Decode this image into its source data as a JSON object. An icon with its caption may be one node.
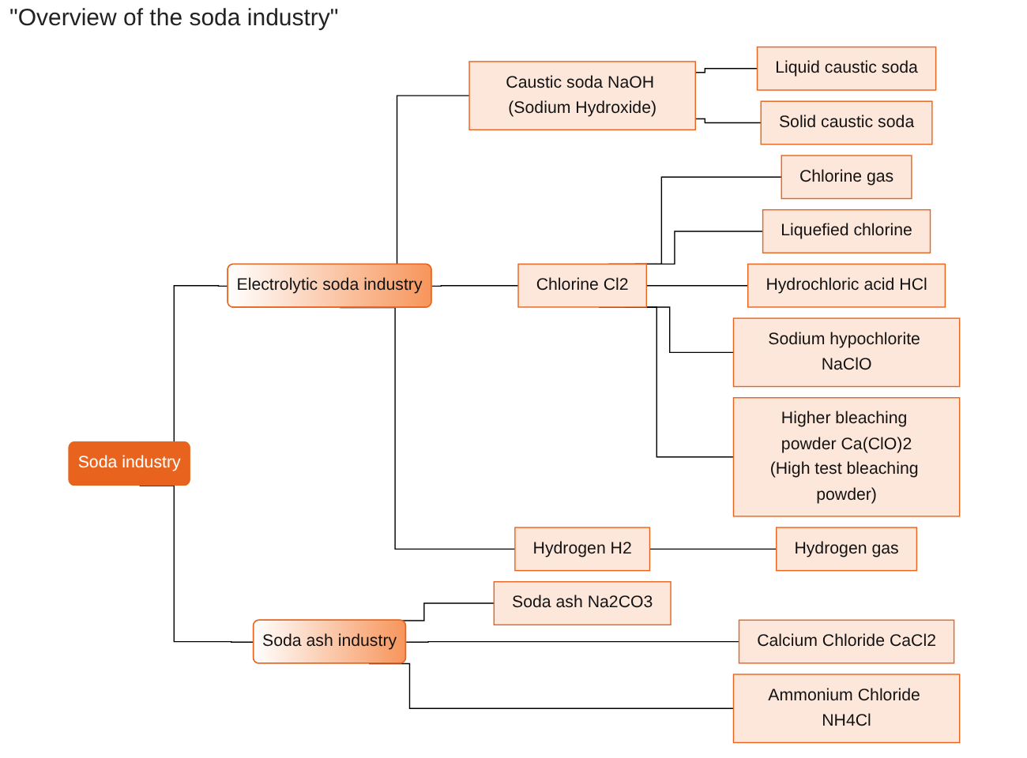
{
  "diagram": {
    "title": "\"Overview of the soda industry\"",
    "nodes": [
      {
        "text": [
          "Soda industry"
        ]
      },
      {
        "text": [
          "Electrolytic soda industry"
        ]
      },
      {
        "text": [
          "Caustic soda NaOH (Sodium Hydroxide)"
        ]
      },
      {
        "text": [
          "Liquid caustic soda"
        ]
      },
      {
        "text": [
          "Solid caustic soda"
        ]
      },
      {
        "text": [
          "Chlorine Cl2"
        ]
      },
      {
        "text": [
          "Chlorine gas"
        ]
      },
      {
        "text": [
          "Liquefied chlorine"
        ]
      },
      {
        "text": [
          "Hydrochloric acid HCl"
        ]
      },
      {
        "text": [
          "Sodium hypochlorite NaClO"
        ]
      },
      {
        "text": [
          "Higher bleaching powder Ca(ClO)2",
          "(High test bleaching powder)"
        ]
      },
      {
        "text": [
          "Hydrogen H2"
        ]
      },
      {
        "text": [
          "Hydrogen gas"
        ]
      },
      {
        "text": [
          "Soda ash industry"
        ]
      },
      {
        "text": [
          "Soda ash Na2CO3"
        ]
      },
      {
        "text": [
          "Calcium Chloride CaCl2"
        ]
      },
      {
        "text": [
          "Ammonium Chloride NH4Cl"
        ]
      }
    ],
    "edges": [
      {
        "from": 0,
        "to": 1,
        "arrow": "none"
      },
      {
        "from": 0,
        "to": 13,
        "arrow": "none"
      },
      {
        "from": 1,
        "to": 2,
        "arrow": "none"
      },
      {
        "from": 1,
        "to": 5,
        "arrow": "none"
      },
      {
        "from": 1,
        "to": 11,
        "arrow": "none"
      },
      {
        "from": 2,
        "to": 3,
        "arrow": "none"
      },
      {
        "from": 2,
        "to": 4,
        "arrow": "none"
      },
      {
        "from": 5,
        "to": 6,
        "arrow": "none"
      },
      {
        "from": 5,
        "to": 7,
        "arrow": "none"
      },
      {
        "from": 5,
        "to": 8,
        "arrow": "none"
      },
      {
        "from": 5,
        "to": 9,
        "arrow": "none"
      },
      {
        "from": 5,
        "to": 10,
        "arrow": "none"
      },
      {
        "from": 11,
        "to": 12,
        "arrow": "none"
      },
      {
        "from": 13,
        "to": 14,
        "arrow": "none"
      },
      {
        "from": 13,
        "to": 15,
        "arrow": "none"
      },
      {
        "from": 13,
        "to": 16,
        "arrow": "none"
      }
    ]
  }
}
